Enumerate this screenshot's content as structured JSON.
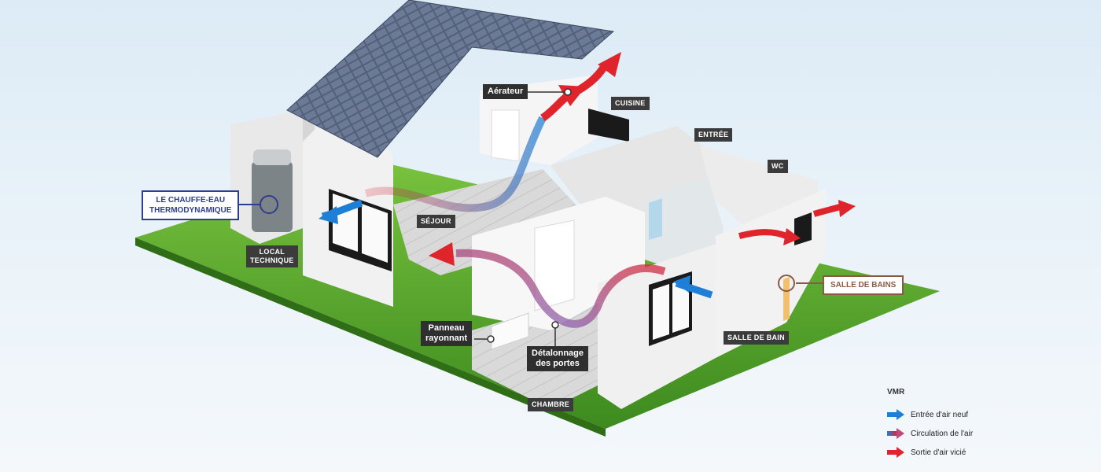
{
  "labels": {
    "aerateur": "Aérateur",
    "cuisine": "CUISINE",
    "entree": "ENTRÉE",
    "wc": "WC",
    "sejour": "SÉJOUR",
    "local_technique": "LOCAL\nTECHNIQUE",
    "chauffe_eau": "LE CHAUFFE-EAU\nTHERMODYNAMIQUE",
    "salle_de_bains_callout": "SALLE DE BAINS",
    "salle_de_bain_tag": "SALLE DE BAIN",
    "panneau": "Panneau\nrayonnant",
    "detalonnage": "Détalonnage\ndes portes",
    "chambre": "CHAMBRE"
  },
  "legend": {
    "title": "VMR",
    "items": [
      {
        "label": "Entrée d'air neuf",
        "color": "#1e7fd6"
      },
      {
        "label": "Circulation de l'air",
        "color": "#9a6bd0"
      },
      {
        "label": "Sortie d'air vicié",
        "color": "#e0242c"
      }
    ]
  },
  "colors": {
    "fresh_air": "#1e7fd6",
    "exhaust_air": "#e0242c",
    "callout_blue": "#2d3e8c",
    "callout_brown": "#8a5a44",
    "grass": "#4e9a2a"
  }
}
